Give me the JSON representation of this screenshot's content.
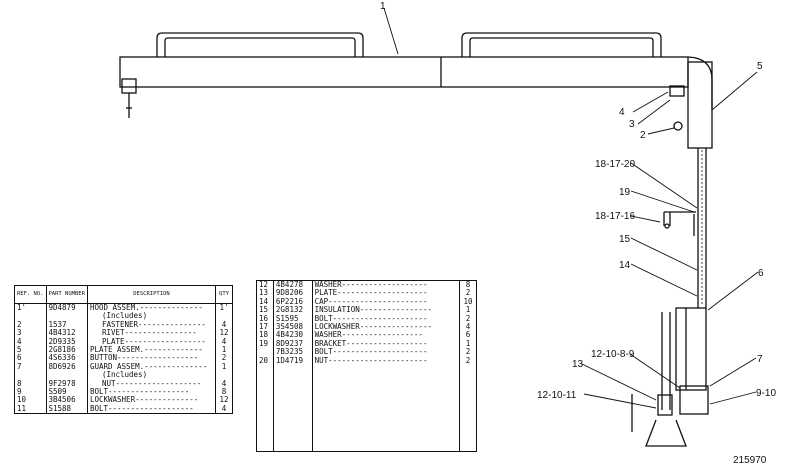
{
  "figure_number": "215970",
  "table_headers": {
    "ref_no": "REF. NO.",
    "part_number": "PART NUMBER",
    "description": "DESCRIPTION",
    "qty": "QTY"
  },
  "parts_left": [
    {
      "ref": "1'",
      "part": "9D4879",
      "desc": "HOOD ASSEM.--------------",
      "qty": "1'",
      "indent": false
    },
    {
      "ref": "",
      "part": "",
      "desc": "(Includes)",
      "qty": "",
      "indent": true
    },
    {
      "ref": "2",
      "part": "1537",
      "desc": "FASTENER---------------",
      "qty": "4",
      "indent": true
    },
    {
      "ref": "3",
      "part": "4B4312",
      "desc": "RIVET----------------",
      "qty": "12",
      "indent": true
    },
    {
      "ref": "4",
      "part": "2D9335",
      "desc": "PLATE------------------",
      "qty": "4",
      "indent": true
    },
    {
      "ref": "5",
      "part": "2G8186",
      "desc": "PLATE ASSEM.-------------",
      "qty": "1",
      "indent": false
    },
    {
      "ref": "6",
      "part": "4S6336",
      "desc": "BUTTON------------------",
      "qty": "2",
      "indent": false
    },
    {
      "ref": "7",
      "part": "8D6926",
      "desc": "GUARD ASSEM.--------------",
      "qty": "1",
      "indent": false
    },
    {
      "ref": "",
      "part": "",
      "desc": "(Includes)",
      "qty": "",
      "indent": true
    },
    {
      "ref": "8",
      "part": "9F2978",
      "desc": "NUT-------------------",
      "qty": "4",
      "indent": true
    },
    {
      "ref": "9",
      "part": "S509",
      "desc": "BOLT------------------",
      "qty": "8",
      "indent": false
    },
    {
      "ref": "10",
      "part": "3B4506",
      "desc": "LOCKWASHER--------------",
      "qty": "12",
      "indent": false
    },
    {
      "ref": "11",
      "part": "S1588",
      "desc": "BOLT-------------------",
      "qty": "4",
      "indent": false
    }
  ],
  "parts_right": [
    {
      "ref": "12",
      "part": "4B4278",
      "desc": "WASHER-------------------",
      "qty": "8"
    },
    {
      "ref": "13",
      "part": "9D8206",
      "desc": "PLATE--------------------",
      "qty": "2"
    },
    {
      "ref": "14",
      "part": "6P2216",
      "desc": "CAP----------------------",
      "qty": "10"
    },
    {
      "ref": "15",
      "part": "2G8132",
      "desc": "INSULATION----------------",
      "qty": "1"
    },
    {
      "ref": "16",
      "part": "S1595",
      "desc": "BOLT---------------------",
      "qty": "2"
    },
    {
      "ref": "17",
      "part": "3S4508",
      "desc": "LOCKWASHER----------------",
      "qty": "4"
    },
    {
      "ref": "18",
      "part": "4B4230",
      "desc": "WASHER------------------",
      "qty": "6"
    },
    {
      "ref": "19",
      "part": "8D9237",
      "desc": "BRACKET------------------",
      "qty": "1"
    },
    {
      "ref": "",
      "part": "7B3235",
      "desc": "BOLT---------------------",
      "qty": "2"
    },
    {
      "ref": "20",
      "part": "1D4719",
      "desc": "NUT----------------------",
      "qty": "2"
    }
  ],
  "callouts": {
    "c1": "1",
    "c2": "2",
    "c3": "3",
    "c4": "4",
    "c5": "5",
    "c6": "6",
    "c7": "7",
    "c18_17_20": "18-17-20",
    "c19": "19",
    "c18_17_16": "18-17-16",
    "c15": "15",
    "c14": "14",
    "c12_10_8_9": "12-10-8-9",
    "c13": "13",
    "c12_10_11": "12-10-11",
    "c9_10": "9-10"
  }
}
